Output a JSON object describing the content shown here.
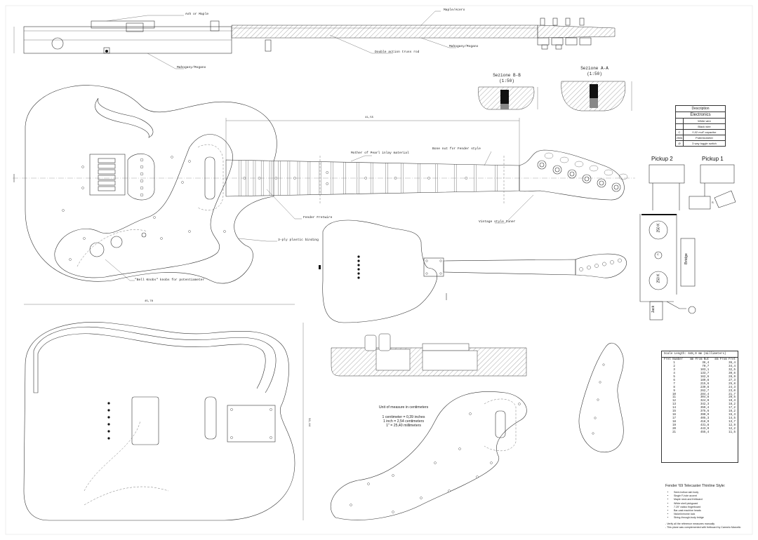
{
  "labels": {
    "ash_maple": "Ash or Maple",
    "maple_acero": "Maple/Acero",
    "mahogany_side": "Mahogany/Mogano",
    "mahogany_neck": "Mahogany/Mogano",
    "truss_rod": "Double action truss rod",
    "mop_inlay": "Mother of Pearl inlay material",
    "bone_nut": "Bone nut for Fender style",
    "fender_frets": "Fender Fretwire",
    "vintage_tuner": "Vintage style tuner",
    "binding": "3-ply plastic binding",
    "bell_knobs": "\"Bell Knobs\" knobs for potentiometer",
    "dim_neck": "41,55",
    "dim_body": "45,78",
    "dim_height": "32,44"
  },
  "sections": {
    "bb_title": "Sezione B-B",
    "bb_scale": "(1:50)",
    "aa_title": "Sezione A-A",
    "aa_scale": "(1:50)"
  },
  "electronics": {
    "title": "Description",
    "subtitle": "Electronics",
    "rows": [
      {
        "sym": "",
        "text": "White wire"
      },
      {
        "sym": "",
        "text": "Black wire"
      },
      {
        "sym": "C",
        "text": "0,02 muF capacitor"
      },
      {
        "sym": "250k",
        "text": "Potentiometer"
      },
      {
        "sym": "Ø",
        "text": "3 way toggle switch"
      }
    ]
  },
  "wiring": {
    "pickup2": "Pickup 2",
    "pickup1": "Pickup 1",
    "pot1": "250 K",
    "pot2": "250 K",
    "bridge": "Bridge",
    "jack": "Jack",
    "cap": "C",
    "switch": "S"
  },
  "units": {
    "title": "Unit of measure in centimeters",
    "lines": [
      "1 centimeter = 0,39 inches",
      "1 inch = 2,54 centimeters",
      "1\" = 25,40 millimeters"
    ]
  },
  "fret_table": {
    "header": "Scale Length: 648,0 mm (millimeters)",
    "col_fret": "Fret Number",
    "col_nut": "mm From Nut",
    "col_prev": "mm From Fret",
    "rows": [
      [
        "1",
        "36,4",
        "36,4"
      ],
      [
        "2",
        "70,7",
        "34,4"
      ],
      [
        "3",
        "103,1",
        "32,5"
      ],
      [
        "4",
        "133,7",
        "30,6"
      ],
      [
        "5",
        "162,6",
        "28,9"
      ],
      [
        "6",
        "189,8",
        "27,3"
      ],
      [
        "7",
        "215,6",
        "25,8"
      ],
      [
        "8",
        "239,8",
        "24,3"
      ],
      [
        "9",
        "262,7",
        "23,0"
      ],
      [
        "10",
        "284,4",
        "21,7"
      ],
      [
        "11",
        "304,8",
        "20,5"
      ],
      [
        "12",
        "324,0",
        "19,3"
      ],
      [
        "13",
        "342,3",
        "18,2"
      ],
      [
        "14",
        "359,4",
        "17,2"
      ],
      [
        "15",
        "375,6",
        "16,2"
      ],
      [
        "16",
        "390,9",
        "15,3"
      ],
      [
        "17",
        "405,3",
        "14,5"
      ],
      [
        "18",
        "418,9",
        "13,7"
      ],
      [
        "19",
        "431,8",
        "12,9"
      ],
      [
        "20",
        "443,9",
        "12,2"
      ],
      [
        "21",
        "455,4",
        "11,5"
      ]
    ]
  },
  "notes": {
    "title": "Fender '69 Telecaster Thinline Style:",
    "items": [
      "Semi-hollow ash body",
      "Single F-hole accent",
      "Maple neck and fretboard",
      "White shell pickguard",
      "7.25\" radius fingerboard",
      "Bar-cast machine heads",
      "Nickel/chrome look",
      "String-through-body bridge"
    ],
    "foot1": "- Verify all the reference measures manually",
    "foot2": "- This plane was complemented with fretboard by Carmelo Marcello"
  }
}
